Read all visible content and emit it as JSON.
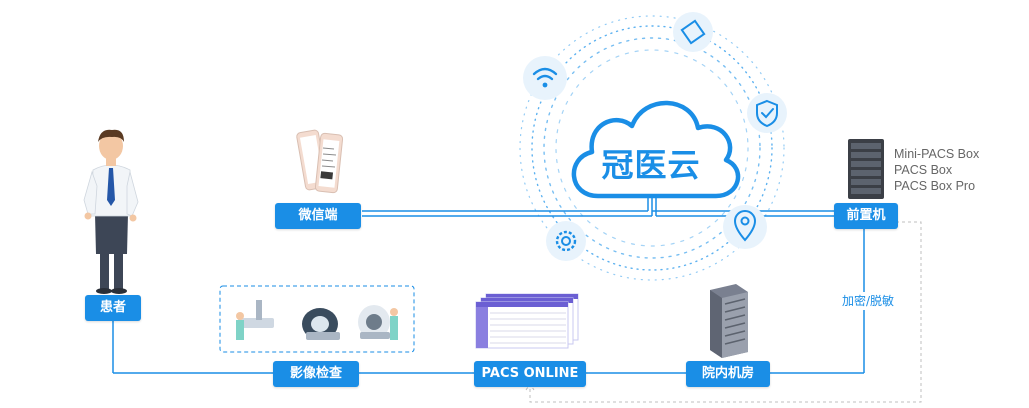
{
  "cloud": {
    "label": "冠医云",
    "icons": [
      "wifi-icon",
      "document-icon",
      "shield-check-icon",
      "location-pin-icon",
      "gear-icon"
    ]
  },
  "nodes": {
    "patient": "患者",
    "wechat": "微信端",
    "front_server": "前置机",
    "imaging_exam": "影像检查",
    "pacs_online": "PACS ONLINE",
    "hospital_room": "院内机房"
  },
  "box_products": [
    "Mini-PACS Box",
    "PACS Box",
    "PACS Box Pro"
  ],
  "link_note": "加密/脱敏",
  "colors": {
    "accent": "#1a8ee6",
    "dashed_gray": "#bfbfbf",
    "cloud_dots": "#4aa8ee"
  }
}
